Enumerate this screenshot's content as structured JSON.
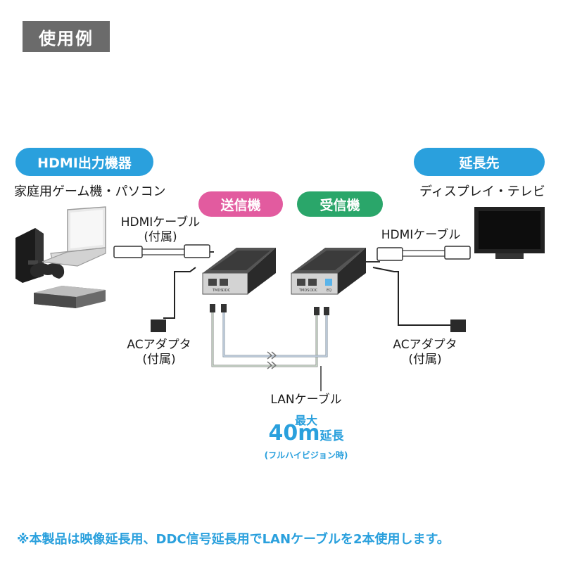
{
  "header": {
    "title": "使用例"
  },
  "source": {
    "pill": "HDMI出力機器",
    "devices": "家庭用ゲーム機・パソコン"
  },
  "destination": {
    "pill": "延長先",
    "devices": "ディスプレイ・テレビ"
  },
  "units": {
    "transmitter": "送信機",
    "receiver": "受信機",
    "port_tmds": "TMDS",
    "port_ddc": "DDC",
    "port_eq": "EQ"
  },
  "cables": {
    "hdmi_left_line1": "HDMIケーブル",
    "hdmi_left_line2": "(付属)",
    "hdmi_right": "HDMIケーブル",
    "ac_left_line1": "ACアダプタ",
    "ac_left_line2": "(付属)",
    "ac_right_line1": "ACアダプタ",
    "ac_right_line2": "(付属)",
    "lan": "LANケーブル"
  },
  "extension": {
    "max_label": "最大",
    "distance": "40m",
    "suffix": "延長",
    "note": "(フルハイビジョン時)"
  },
  "footer": {
    "note": "※本製品は映像延長用、DDC信号延長用でLANケーブルを2本使用します。"
  },
  "colors": {
    "title_bg": "#6b6b6b",
    "blue": "#2aa0dd",
    "pink": "#e25b9f",
    "green": "#2aa66a"
  }
}
